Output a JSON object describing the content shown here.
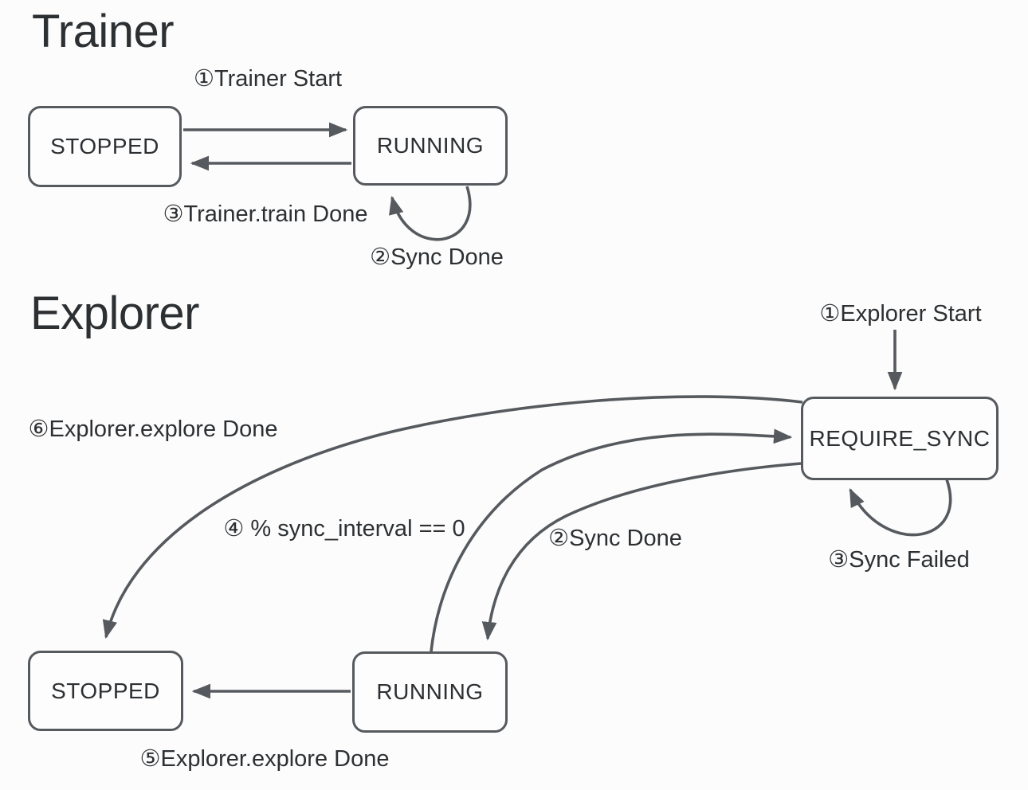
{
  "page": {
    "background": "#fcfcfc"
  },
  "colors": {
    "stroke": "#565a5e",
    "text": "#2d3033",
    "node_fill": "#fdfdfd"
  },
  "diagrams": [
    {
      "title": "Trainer",
      "states": [
        {
          "label": "STOPPED"
        },
        {
          "label": "RUNNING"
        }
      ],
      "transitions": [
        {
          "label": "①Trainer Start",
          "from": "STOPPED",
          "to": "RUNNING"
        },
        {
          "label": "②Sync Done",
          "from": "RUNNING",
          "to": "RUNNING"
        },
        {
          "label": "③Trainer.train Done",
          "from": "RUNNING",
          "to": "STOPPED"
        }
      ]
    },
    {
      "title": "Explorer",
      "states": [
        {
          "label": "REQUIRE_SYNC"
        },
        {
          "label": "STOPPED"
        },
        {
          "label": "RUNNING"
        }
      ],
      "transitions": [
        {
          "label": "①Explorer Start",
          "from": "start",
          "to": "REQUIRE_SYNC"
        },
        {
          "label": "②Sync Done",
          "from": "REQUIRE_SYNC",
          "to": "RUNNING"
        },
        {
          "label": "③Sync Failed",
          "from": "REQUIRE_SYNC",
          "to": "REQUIRE_SYNC"
        },
        {
          "label": "④ % sync_interval == 0",
          "from": "RUNNING",
          "to": "REQUIRE_SYNC"
        },
        {
          "label": "⑤Explorer.explore Done",
          "from": "RUNNING",
          "to": "STOPPED"
        },
        {
          "label": "⑥Explorer.explore Done",
          "from": "REQUIRE_SYNC",
          "to": "STOPPED"
        }
      ]
    }
  ]
}
